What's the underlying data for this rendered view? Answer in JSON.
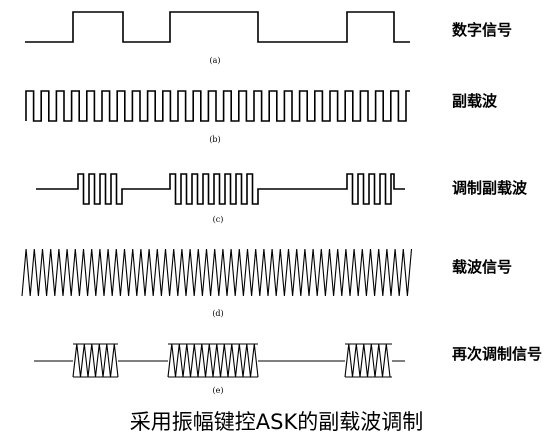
{
  "rows": [
    {
      "id": "a",
      "sublabel": "(a)",
      "label": "数字信号"
    },
    {
      "id": "b",
      "sublabel": "(b)",
      "label": "副载波"
    },
    {
      "id": "c",
      "sublabel": "(c)",
      "label": "调制副载波"
    },
    {
      "id": "d",
      "sublabel": "(d)",
      "label": "载波信号"
    },
    {
      "id": "e",
      "sublabel": "(e)",
      "label": "再次调制信号"
    }
  ],
  "caption": "采用振幅键控ASK的副载波调制"
}
